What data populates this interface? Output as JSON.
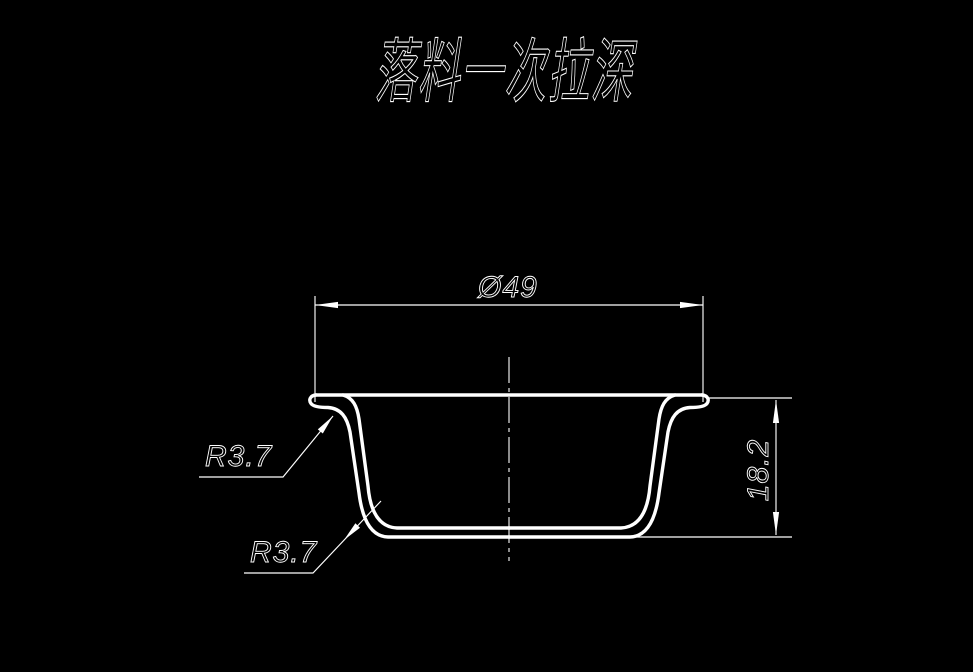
{
  "canvas": {
    "background_color": "#000000",
    "line_color": "#ffffff"
  },
  "title": "落料一次拉深",
  "dimensions": {
    "diameter": {
      "label": "Ø49",
      "value": 49
    },
    "height": {
      "label": "18.2",
      "value": 18.2
    },
    "flange_radius": {
      "label": "R3.7",
      "value": 3.7
    },
    "bottom_radius": {
      "label": "R3.7",
      "value": 3.7
    }
  }
}
